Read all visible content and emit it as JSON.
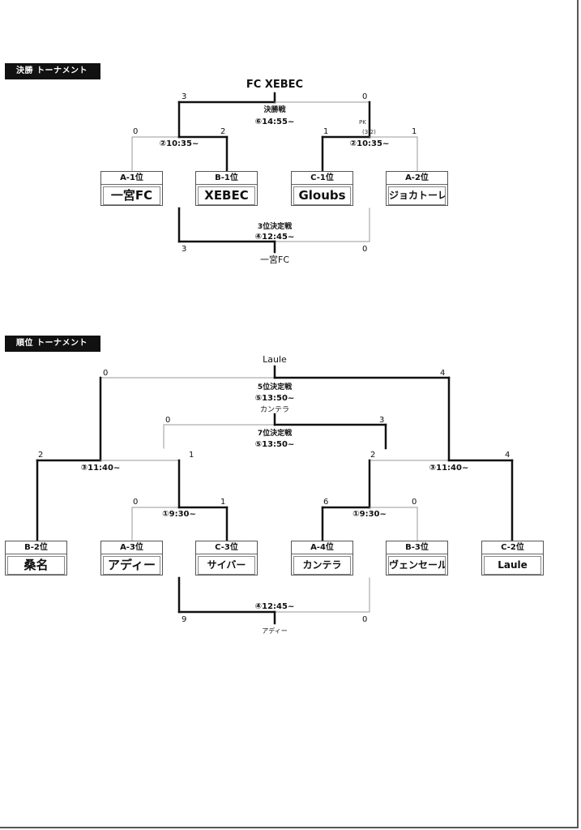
{
  "final": {
    "header": "決勝 トーナメント",
    "champion": "FC XEBEC",
    "final_match": {
      "label": "決勝戦",
      "time": "⑥14:55~",
      "left_score": "3",
      "right_score": "0",
      "pk": "PK",
      "pk_score": "(3-2)"
    },
    "semi_left": {
      "time": "②10:35~",
      "left_score": "0",
      "right_score": "2"
    },
    "semi_right": {
      "time": "②10:35~",
      "left_score": "1",
      "right_score": "1"
    },
    "third_place": {
      "label": "3位決定戦",
      "time": "④12:45~",
      "left_score": "3",
      "right_score": "0",
      "winner": "一宮FC"
    },
    "teams": [
      {
        "slot": "A-1位",
        "name": "一宮FC"
      },
      {
        "slot": "B-1位",
        "name": "XEBEC"
      },
      {
        "slot": "C-1位",
        "name": "Gloubs"
      },
      {
        "slot": "A-2位",
        "name": "ジョカトーレ"
      }
    ]
  },
  "ranking": {
    "header": "順位 トーナメント",
    "fifth_place": {
      "winner": "Laule",
      "label": "5位決定戦",
      "time": "⑤13:50~",
      "left_score": "0",
      "right_score": "4"
    },
    "seventh_place": {
      "winner": "カンテラ",
      "label": "7位決定戦",
      "time": "⑤13:50~",
      "left_score": "0",
      "right_score": "3"
    },
    "left_semi": {
      "time": "③11:40~",
      "left_score": "2",
      "right_score": "1"
    },
    "right_semi": {
      "time": "③11:40~",
      "left_score": "2",
      "right_score": "4"
    },
    "left_first": {
      "time": "①9:30~",
      "left_score": "0",
      "right_score": "1"
    },
    "right_first": {
      "time": "①9:30~",
      "left_score": "6",
      "right_score": "0"
    },
    "bottom_match": {
      "time": "④12:45~",
      "left_score": "9",
      "right_score": "0",
      "winner": "アディー"
    },
    "teams": [
      {
        "slot": "B-2位",
        "name": "桑名"
      },
      {
        "slot": "A-3位",
        "name": "アディー"
      },
      {
        "slot": "C-3位",
        "name": "サイバー"
      },
      {
        "slot": "A-4位",
        "name": "カンテラ"
      },
      {
        "slot": "B-3位",
        "name": "ヴェンセール"
      },
      {
        "slot": "C-2位",
        "name": "Laule"
      }
    ]
  }
}
